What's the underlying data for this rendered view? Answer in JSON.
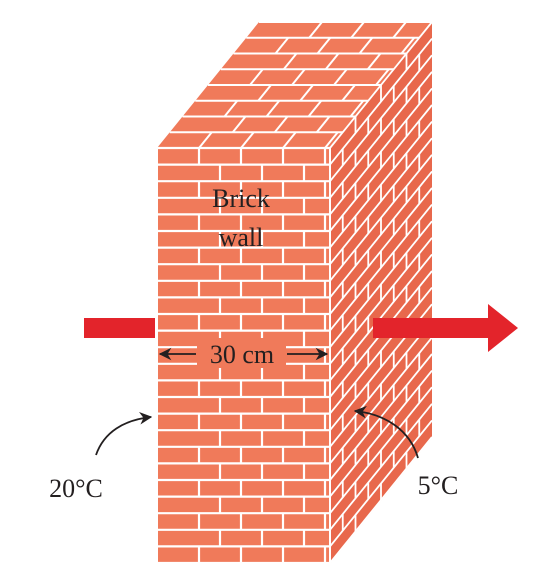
{
  "diagram": {
    "wall_label_line1": "Brick",
    "wall_label_line2": "wall",
    "thickness_label": "30 cm",
    "inside_temperature": "20°C",
    "outside_temperature": "5°C",
    "heat_flow_direction": "left-to-right"
  },
  "colors": {
    "brick": "#f07a5a",
    "mortar": "#ffffff",
    "side_face_tint": "#e8684c",
    "heat_arrow": "#e3242b",
    "text": "#231f20"
  },
  "icons": {
    "heat_in": "heat-flow-in-arrow",
    "heat_out": "heat-flow-out-arrow",
    "dimension": "double-headed-dimension-arrow",
    "pointer": "curved-pointer-arrow"
  }
}
